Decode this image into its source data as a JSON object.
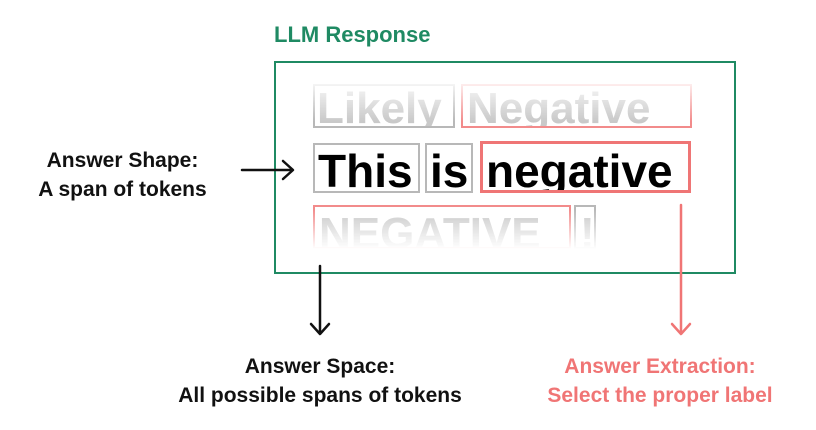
{
  "title": "LLM Response",
  "tokens": {
    "top_row": [
      "Likely",
      "Negative"
    ],
    "middle_row": [
      "This",
      "is",
      "negative"
    ],
    "bottom_row": [
      "NEGATIVE",
      "!"
    ]
  },
  "labels": {
    "shape_line1": "Answer Shape:",
    "shape_line2": "A span of tokens",
    "space_line1": "Answer Space:",
    "space_line2": "All possible spans of tokens",
    "extraction_line1": "Answer Extraction:",
    "extraction_line2": "Select the proper label"
  },
  "colors": {
    "frame": "#1f8a63",
    "extraction": "#f07575",
    "token_border_gray": "#b8b8b8",
    "arrow_black": "#111111"
  }
}
